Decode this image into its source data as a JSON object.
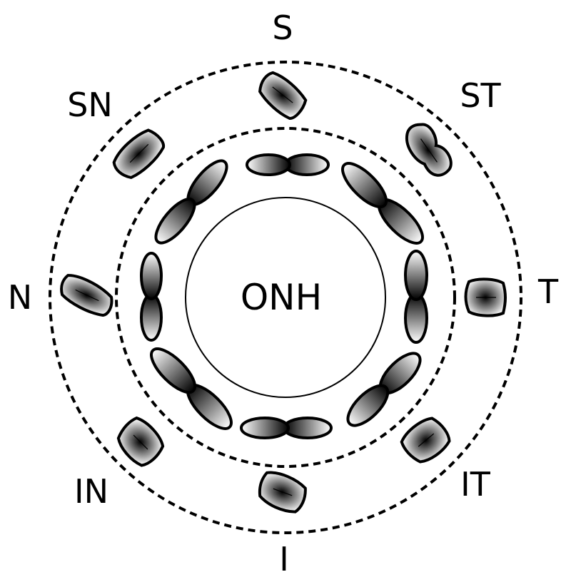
{
  "center_label": "ONH",
  "sector_labels": {
    "S": "S",
    "ST": "ST",
    "T": "T",
    "IT": "IT",
    "I": "I",
    "IN": "IN",
    "N": "N",
    "SN": "SN"
  },
  "colors": {
    "stroke": "#000000",
    "glyph_dark": "#000000",
    "glyph_light": "#ffffff"
  }
}
